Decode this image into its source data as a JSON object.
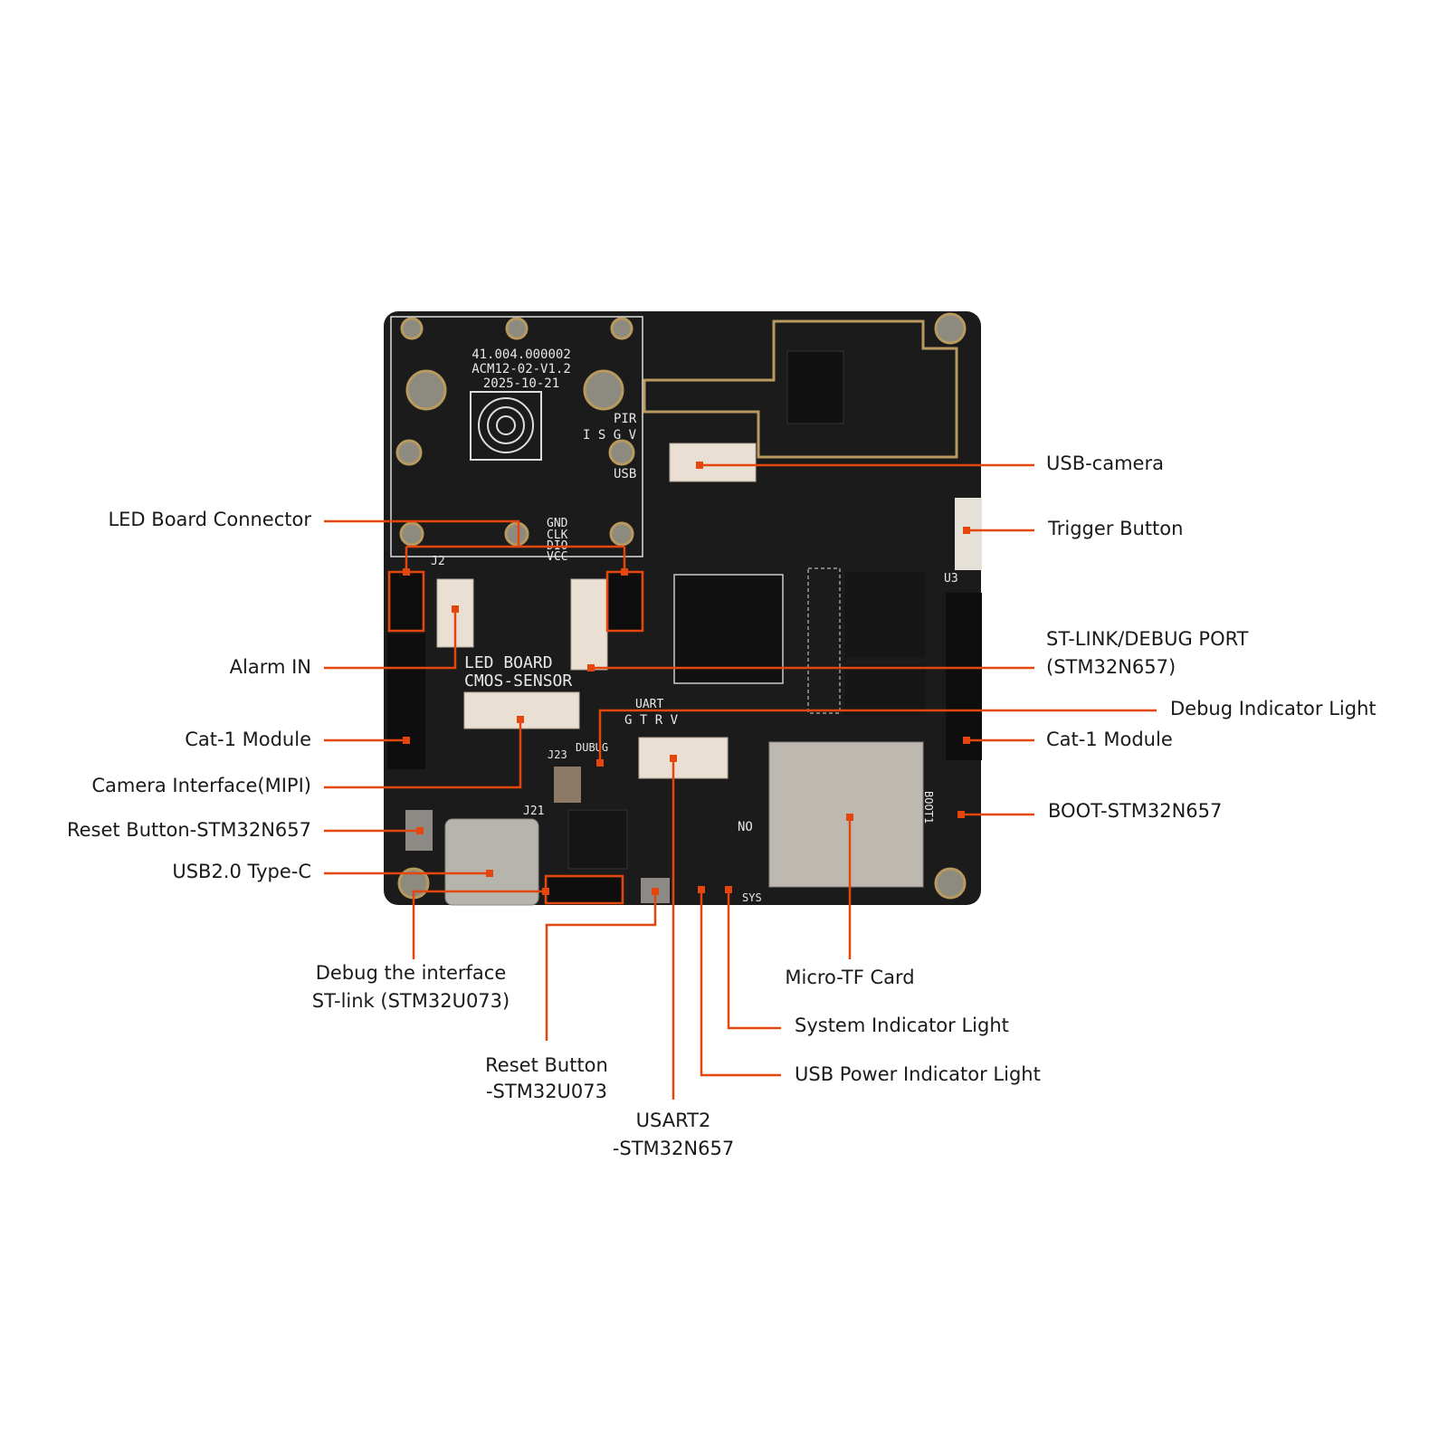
{
  "colors": {
    "accent": "#e5460e",
    "board": "#1b1b1c",
    "silkscreen": "#e8e8e8",
    "pad_gold": "#b89a5e"
  },
  "board": {
    "silkscreen_id": [
      "41.004.000002",
      "ACM12-02-V1.2",
      "2025-10-21"
    ],
    "silk_labels": {
      "pir": "PIR",
      "isgv": "I S G V",
      "usb": "USB",
      "gnd": "GND",
      "clk": "CLK",
      "dio": "DIO",
      "vcc": "VCC",
      "j2": "J2",
      "led_board": "LED BOARD",
      "cmos": "CMOS-SENSOR",
      "uart": "UART",
      "gtrv": "G T R V",
      "debug": "DUBUG",
      "j23": "J23",
      "j21": "J21",
      "no": "NO",
      "sys": "SYS",
      "u3": "U3",
      "boot": "BOOT1"
    }
  },
  "labels": {
    "led_board_connector": "LED Board Connector",
    "alarm_in": "Alarm IN",
    "cat1_left": "Cat-1 Module",
    "camera_interface": "Camera Interface(MIPI)",
    "reset_n657": "Reset Button-STM32N657",
    "usb_typec": "USB2.0 Type-C",
    "debug_interface": [
      "Debug the interface",
      "ST-link (STM32U073)"
    ],
    "reset_u073": [
      "Reset Button",
      "-STM32U073"
    ],
    "usart2": [
      "USART2",
      "-STM32N657"
    ],
    "micro_tf": "Micro-TF Card",
    "system_light": "System Indicator Light",
    "usb_power_light": "USB Power Indicator Light",
    "usb_camera": "USB-camera",
    "trigger_button": "Trigger Button",
    "stlink_port": [
      "ST-LINK/DEBUG PORT",
      "(STM32N657)"
    ],
    "debug_light": "Debug Indicator Light",
    "cat1_right": "Cat-1 Module",
    "boot": "BOOT-STM32N657"
  }
}
